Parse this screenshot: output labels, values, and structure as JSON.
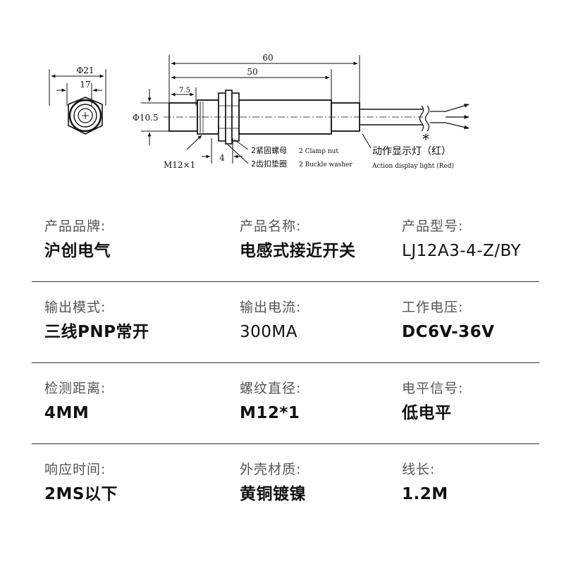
{
  "drawing": {
    "dim_60": "60",
    "dim_50": "50",
    "dim_7_5": "7.5",
    "dim_phi21": "Φ21",
    "dim_17": "17",
    "dim_phi10_5": "Φ10.5",
    "dim_m12x1": "M12×1",
    "dim_4": "4",
    "clamp_nut_cn": "2紧固螺母",
    "clamp_nut_en": "2 Clamp nut",
    "buckle_washer_cn": "2齿扣垫圈",
    "buckle_washer_en": "2 Buckle washer",
    "led_cn": "动作显示灯（红）",
    "led_en": "Action display light (Red)",
    "asterisk": "*"
  },
  "specs": [
    [
      {
        "label": "产品品牌:",
        "value": "沪创电气"
      },
      {
        "label": "产品名称:",
        "value": "电感式接近开关"
      },
      {
        "label": "产品型号:",
        "value": "LJ12A3-4-Z/BY"
      }
    ],
    [
      {
        "label": "输出模式:",
        "value": "三线PNP常开"
      },
      {
        "label": "输出电流:",
        "value": "300MA"
      },
      {
        "label": "工作电压:",
        "value": "DC6V-36V"
      }
    ],
    [
      {
        "label": "检测距离:",
        "value": "4MM"
      },
      {
        "label": "螺纹直径:",
        "value": "M12*1"
      },
      {
        "label": "电平信号:",
        "value": "低电平"
      }
    ],
    [
      {
        "label": "响应时间:",
        "value": "2MS以下"
      },
      {
        "label": "外壳材质:",
        "value": "黄铜镀镍"
      },
      {
        "label": "线长:",
        "value": "1.2M"
      }
    ]
  ]
}
